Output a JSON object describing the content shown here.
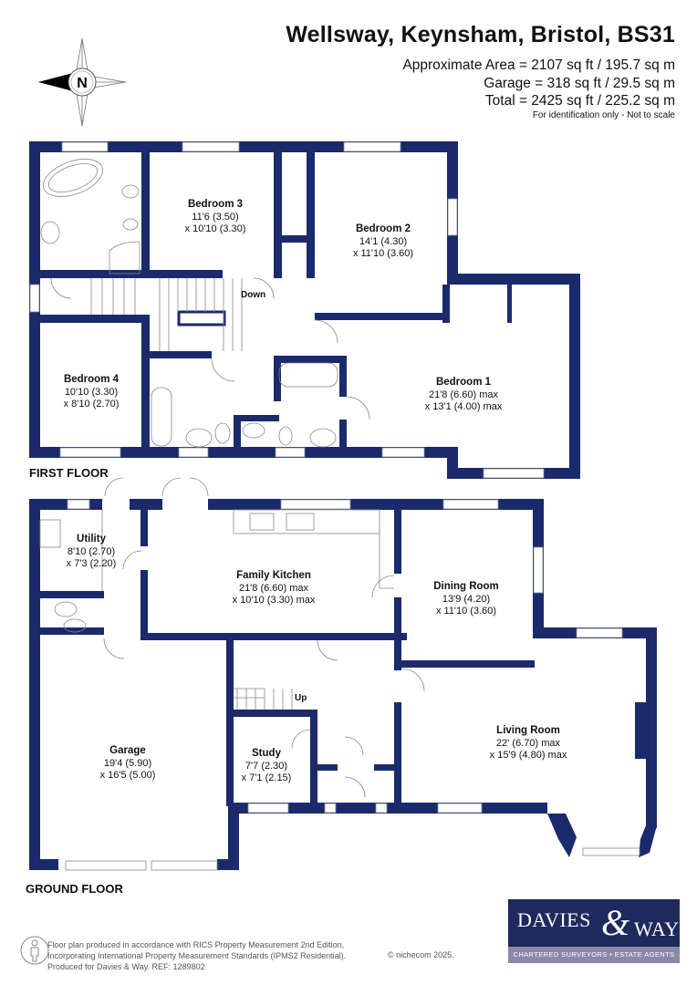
{
  "header": {
    "title": "Wellsway, Keynsham, Bristol, BS31",
    "area_lines": [
      "Approximate Area = 2107 sq ft / 195.7 sq m",
      "Garage = 318 sq ft / 29.5 sq m",
      "Total = 2425 sq ft / 225.2 sq m"
    ],
    "disclaimer": "For identification only - Not to scale"
  },
  "compass": {
    "label": "N",
    "icon": "compass-rose-icon"
  },
  "colors": {
    "wall": "#1b2a6b",
    "fixture": "#888888",
    "logo_bg": "#1e2a5e",
    "logo_band": "#8a88a8"
  },
  "first_floor": {
    "label": "FIRST FLOOR",
    "stair_annotation": "Down",
    "rooms": [
      {
        "name": "Bedroom 3",
        "dim1": "11'6 (3.50)",
        "dim2": "x 10'10 (3.30)"
      },
      {
        "name": "Bedroom 2",
        "dim1": "14'1 (4.30)",
        "dim2": "x 11'10 (3.60)"
      },
      {
        "name": "Bedroom 4",
        "dim1": "10'10 (3.30)",
        "dim2": "x 8'10 (2.70)"
      },
      {
        "name": "Bedroom 1",
        "dim1": "21'8 (6.60) max",
        "dim2": "x 13'1 (4.00) max"
      }
    ]
  },
  "ground_floor": {
    "label": "GROUND FLOOR",
    "stair_annotation": "Up",
    "rooms": [
      {
        "name": "Utility",
        "dim1": "8'10 (2.70)",
        "dim2": "x 7'3 (2.20)"
      },
      {
        "name": "Family Kitchen",
        "dim1": "21'8 (6.60) max",
        "dim2": "x 10'10 (3.30) max"
      },
      {
        "name": "Dining Room",
        "dim1": "13'9 (4.20)",
        "dim2": "x 11'10 (3.60)"
      },
      {
        "name": "Garage",
        "dim1": "19'4 (5.90)",
        "dim2": "x 16'5 (5.00)"
      },
      {
        "name": "Study",
        "dim1": "7'7 (2.30)",
        "dim2": "x 7'1 (2.15)"
      },
      {
        "name": "Living Room",
        "dim1": "22' (6.70) max",
        "dim2": "x 15'9 (4.80) max"
      }
    ]
  },
  "footer": {
    "lines": [
      "Floor plan produced in accordance with RICS Property Measurement 2nd Edition,",
      "Incorporating International Property Measurement Standards (IPMS2 Residential).",
      "Produced for Davies & Way.   REF:  1289802"
    ],
    "copyright": "© nichecom 2025."
  },
  "logo": {
    "word1": "DAVIES",
    "amp": "&",
    "word2": "WAY",
    "tagline": "CHARTERED SURVEYORS • ESTATE AGENTS"
  }
}
